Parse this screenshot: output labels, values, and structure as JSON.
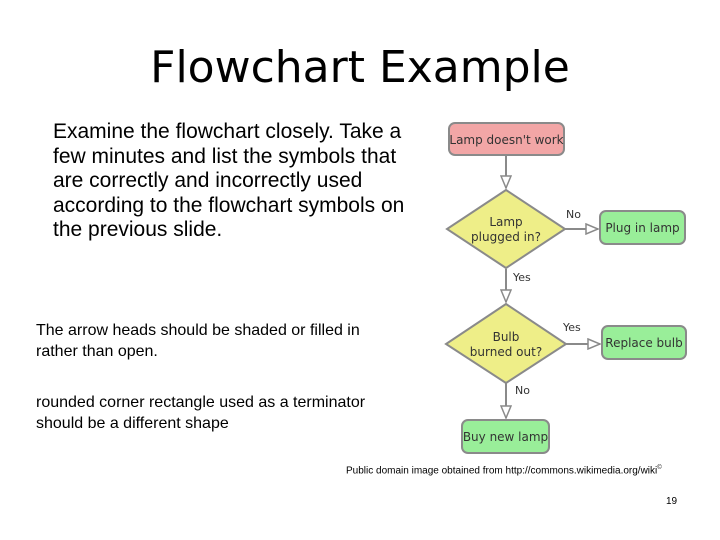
{
  "slide": {
    "title": "Flowchart Example",
    "instructions": "Examine the flowchart closely. Take a few minutes and list the symbols that are correctly and incorrectly used according to the flowchart symbols on the previous slide.",
    "notes": [
      "The arrow heads should be shaded or filled in rather than open.",
      "rounded corner rectangle used as a terminator should be a different shape"
    ],
    "credit": "Public domain image obtained from http://commons.wikimedia.org/wiki",
    "credit_mark": "©",
    "page_number": "19"
  },
  "flowchart": {
    "colors": {
      "red": "#f2a6a6",
      "yellow": "#eeee88",
      "green": "#99ee99",
      "stroke": "#8a8a8a",
      "text": "#333333"
    },
    "nodes": {
      "start": {
        "label": "Lamp doesn't work",
        "shape": "rounded-rectangle",
        "color": "red"
      },
      "decision1": {
        "label_line1": "Lamp",
        "label_line2": "plugged in?",
        "shape": "diamond",
        "color": "yellow"
      },
      "action1": {
        "label": "Plug in lamp",
        "shape": "rounded-rectangle",
        "color": "green"
      },
      "decision2": {
        "label_line1": "Bulb",
        "label_line2": "burned out?",
        "shape": "diamond",
        "color": "yellow"
      },
      "action2": {
        "label": "Replace bulb",
        "shape": "rounded-rectangle",
        "color": "green"
      },
      "end": {
        "label": "Buy new lamp",
        "shape": "rounded-rectangle",
        "color": "green"
      }
    },
    "edge_labels": {
      "d1_no": "No",
      "d1_yes": "Yes",
      "d2_yes": "Yes",
      "d2_no": "No"
    }
  }
}
